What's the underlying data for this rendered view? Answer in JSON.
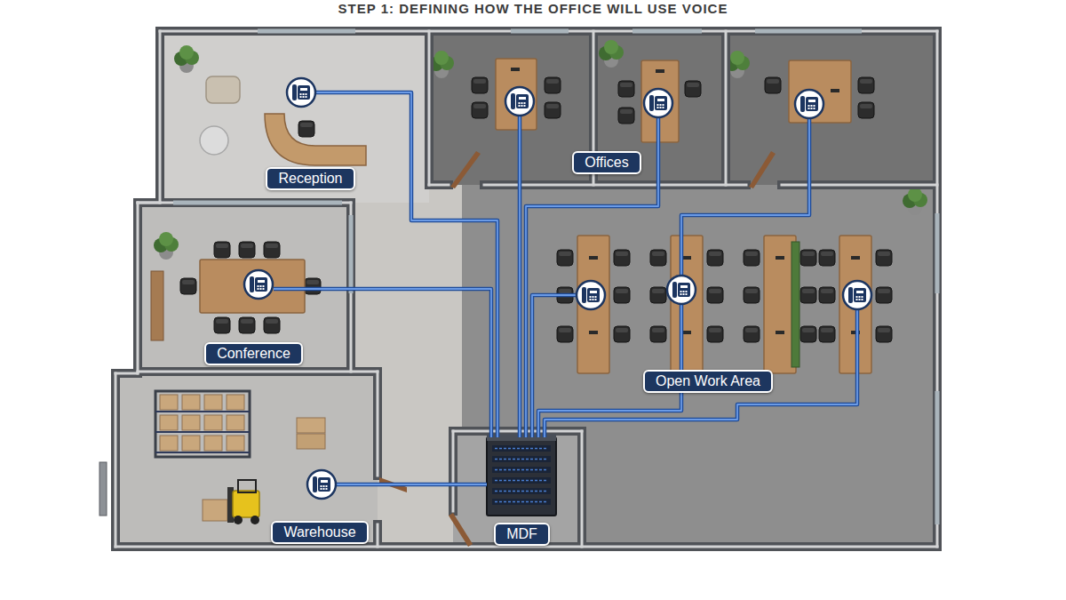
{
  "diagram": {
    "title": "STEP 1: DEFINING HOW THE OFFICE WILL USE VOICE",
    "nodes": [
      {
        "text": [
          "Reception"
        ]
      },
      {
        "text": [
          "Offices"
        ]
      },
      {
        "text": [
          "Conference"
        ]
      },
      {
        "text": [
          "Open Work Area"
        ]
      },
      {
        "text": [
          "Warehouse"
        ]
      },
      {
        "text": [
          "MDF"
        ]
      }
    ]
  }
}
